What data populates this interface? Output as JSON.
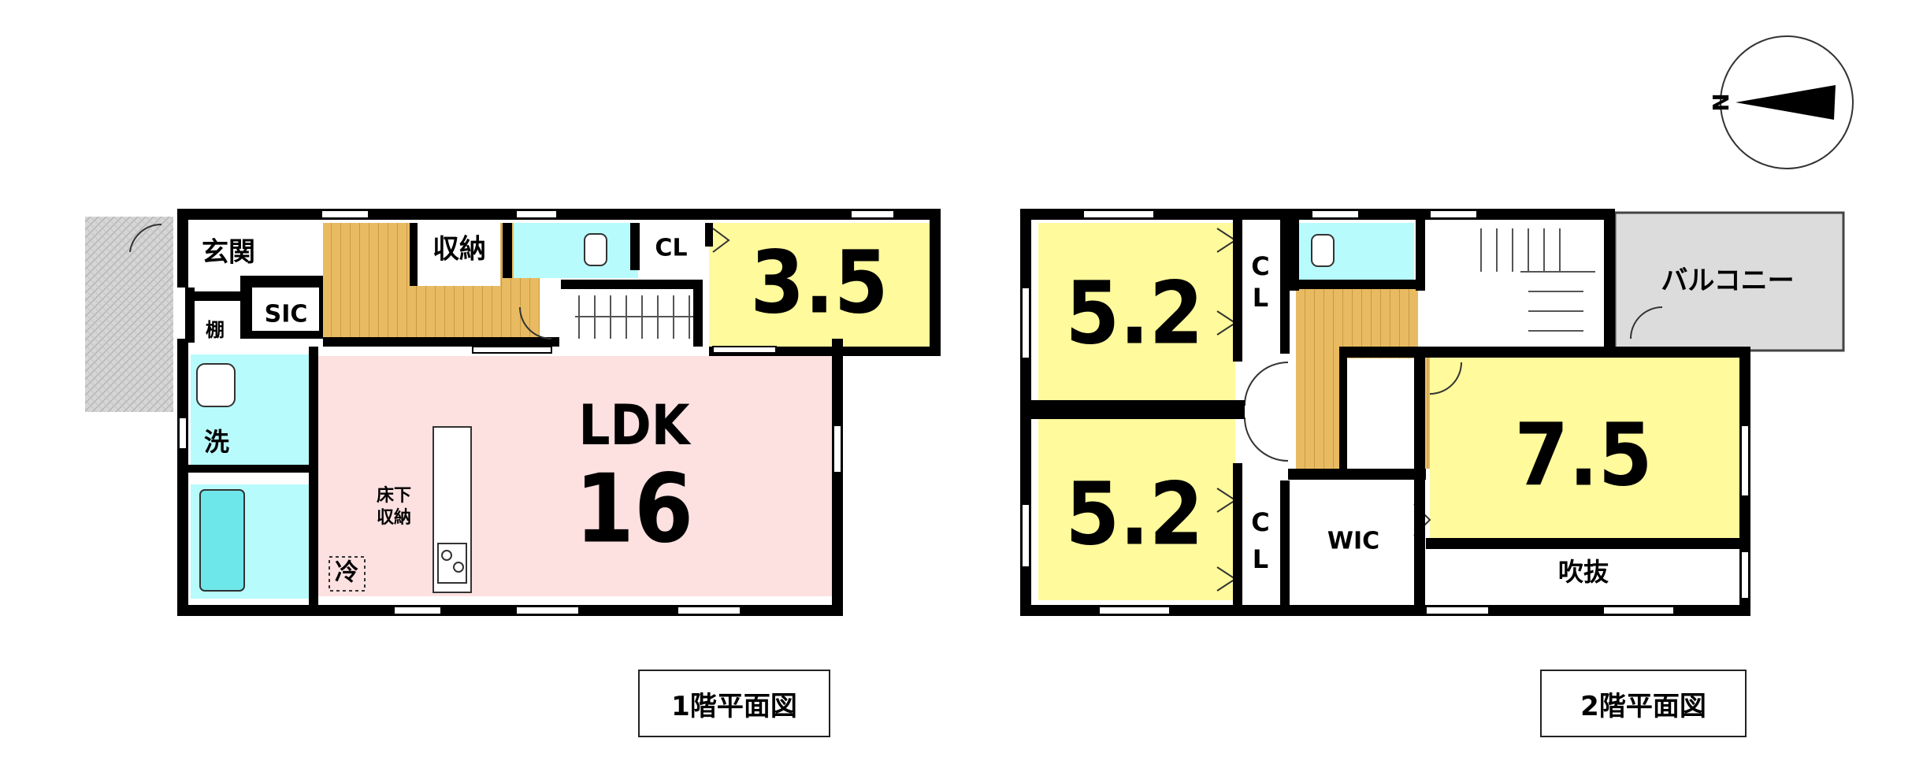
{
  "colors": {
    "wall": "#000000",
    "bedroom_yellow": "#fffa9c",
    "wet_cyan": "#b8fbfc",
    "ldk_pink": "#fde0e0",
    "wood_floor": "#e8bb62",
    "balcony_gray": "#dcdcdc",
    "terrace_hatch": "#cfcfcf"
  },
  "compass": {
    "label": "N",
    "icon": "north-arrow-icon"
  },
  "floor1": {
    "caption": "1階平面図",
    "entrance": "玄関",
    "shoe_closet": "SIC",
    "storage": "収納",
    "closet": "CL",
    "room_35": "3.5",
    "shelf": "棚",
    "washroom": "洗",
    "ldk_name": "LDK",
    "ldk_size": "16",
    "underfloor_line1": "床下",
    "underfloor_line2": "収納",
    "fridge": "冷"
  },
  "floor2": {
    "caption": "2階平面図",
    "room_top": "5.2",
    "room_bottom": "5.2",
    "cl_top_1": "C",
    "cl_top_2": "L",
    "cl_bottom_1": "C",
    "cl_bottom_2": "L",
    "master": "7.5",
    "wic": "WIC",
    "void": "吹抜",
    "balcony": "バルコニー"
  }
}
